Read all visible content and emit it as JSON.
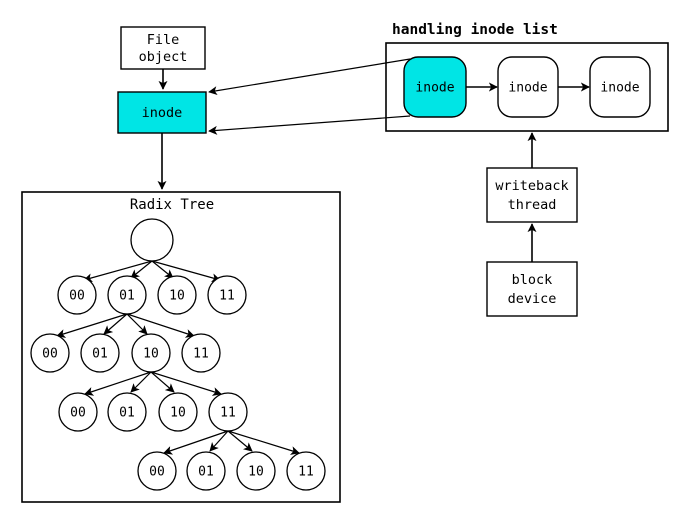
{
  "diagram": {
    "title": "",
    "colors": {
      "highlight": "#00e5e5",
      "stroke": "#000000",
      "background": "#ffffff"
    },
    "boxes": {
      "file_object": {
        "line1": "File",
        "line2": "object"
      },
      "inode_main": {
        "label": "inode"
      },
      "writeback_thread": {
        "line1": "writeback",
        "line2": "thread"
      },
      "block_device": {
        "line1": "block",
        "line2": "device"
      }
    },
    "inode_list": {
      "title": "handling inode list",
      "nodes": [
        {
          "label": "inode",
          "highlighted": true
        },
        {
          "label": "inode",
          "highlighted": false
        },
        {
          "label": "inode",
          "highlighted": false
        }
      ]
    },
    "radix_tree": {
      "title": "Radix Tree",
      "root_label": "",
      "levels": [
        {
          "level": 1,
          "labels": [
            "00",
            "01",
            "10",
            "11"
          ],
          "expanded_index": 1
        },
        {
          "level": 2,
          "labels": [
            "00",
            "01",
            "10",
            "11"
          ],
          "expanded_index": 2
        },
        {
          "level": 3,
          "labels": [
            "00",
            "01",
            "10",
            "11"
          ],
          "expanded_index": 3
        },
        {
          "level": 4,
          "labels": [
            "00",
            "01",
            "10",
            "11"
          ],
          "expanded_index": -1
        }
      ]
    }
  }
}
